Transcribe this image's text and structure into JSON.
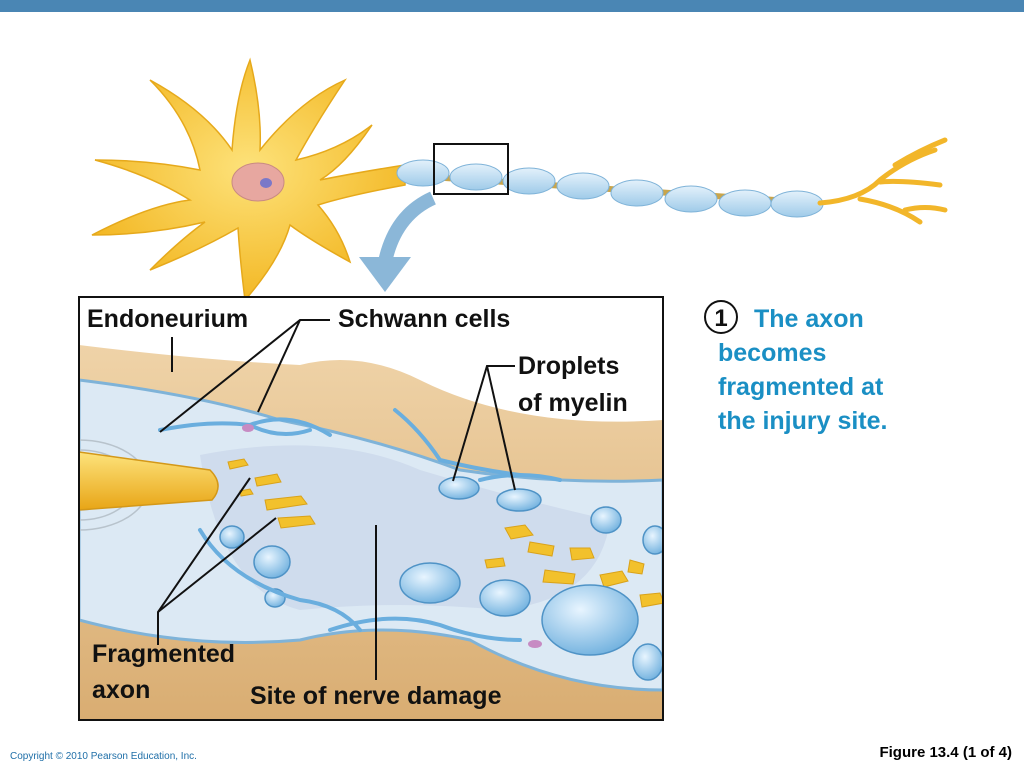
{
  "labels": {
    "endoneurium": "Endoneurium",
    "schwann_cells": "Schwann cells",
    "droplets_line1": "Droplets",
    "droplets_line2": "of myelin",
    "fragmented_line1": "Fragmented",
    "fragmented_line2": "axon",
    "site_of_damage": "Site of nerve damage"
  },
  "step": {
    "number": "1",
    "text_line1": "The axon",
    "text_line2": "becomes",
    "text_line3": "fragmented at",
    "text_line4": "the injury site."
  },
  "footer": {
    "copyright": "Copyright © 2010 Pearson Education, Inc.",
    "figure_ref": "Figure 13.4 (1 of 4)"
  },
  "colors": {
    "header_bar": "#4a86b4",
    "neuron_body": "#f7c52e",
    "step_text": "#1a8fc4",
    "myelin": "#a9d2ee",
    "tissue": "#e6c596"
  }
}
